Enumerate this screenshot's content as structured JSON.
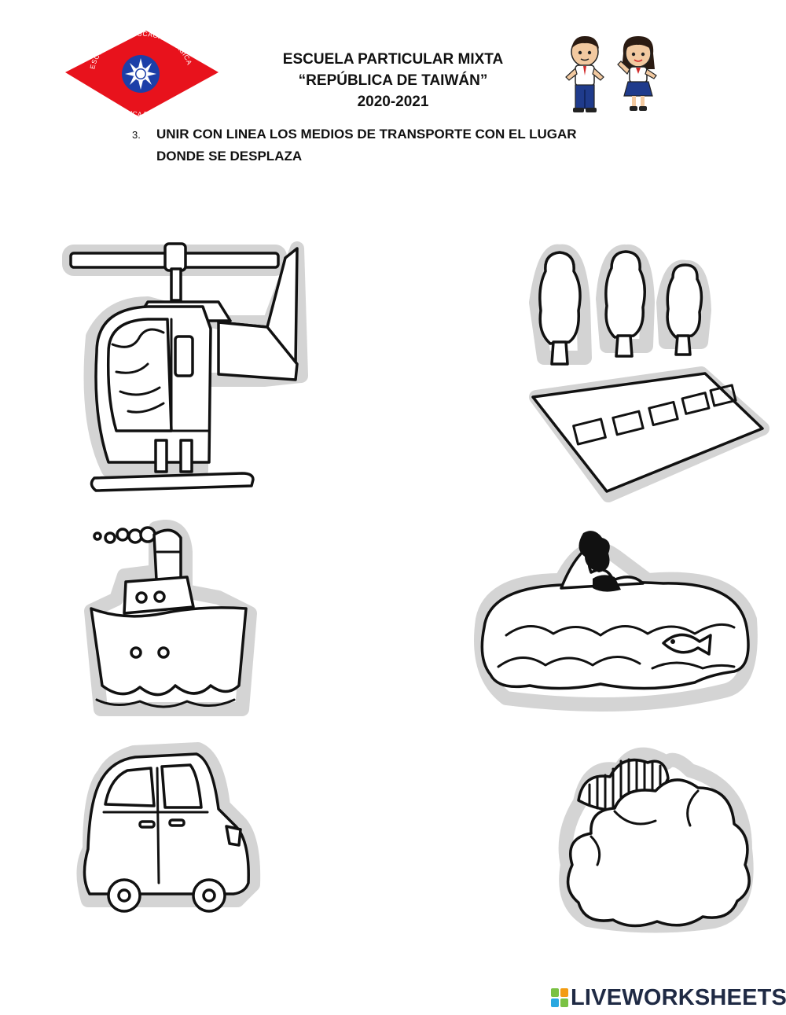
{
  "header": {
    "school_line1": "ESCUELA PARTICULAR MIXTA",
    "school_line2": "“REPÚBLICA DE TAIWÁN”",
    "year": "2020-2021"
  },
  "logo": {
    "top_text": "ESCUELA DE EDUCACIÓN BÁSICA",
    "bottom_text": "REPÚBLICA DE TAIWAN",
    "color": "#e8121c",
    "sun_color": "#1c3fa8"
  },
  "instruction": {
    "number": "3.",
    "line1": "UNIR CON LINEA LOS MEDIOS DE TRANSPORTE CON EL LUGAR",
    "line2": "DONDE SE DESPLAZA"
  },
  "left_images": [
    "helicopter-icon",
    "ship-icon",
    "car-icon"
  ],
  "right_images": [
    "road-with-trees-icon",
    "sea-waves-icon",
    "clouds-icon"
  ],
  "watermark": {
    "brand": "LIVEWORKSHEETS",
    "colors": [
      "#1f2a44",
      "#7ac143",
      "#f39c12",
      "#29a8e0"
    ]
  }
}
